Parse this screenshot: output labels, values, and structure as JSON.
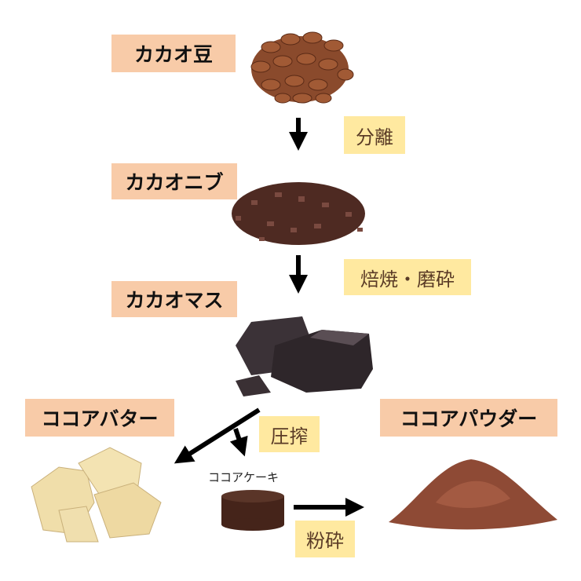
{
  "products": {
    "beans": "カカオ豆",
    "nibs": "カカオニブ",
    "mass": "カカオマス",
    "butter": "ココアバター",
    "powder": "ココアパウダー",
    "cake": "ココアケーキ"
  },
  "steps": {
    "separation": "分離",
    "roast_grind": "焙焼・磨砕",
    "press": "圧搾",
    "pulverize": "粉砕"
  },
  "colors": {
    "product_label": "#f8cba8",
    "step_label": "#ffe9a0",
    "step_text": "#5a3b26",
    "cake": "#45241a"
  }
}
